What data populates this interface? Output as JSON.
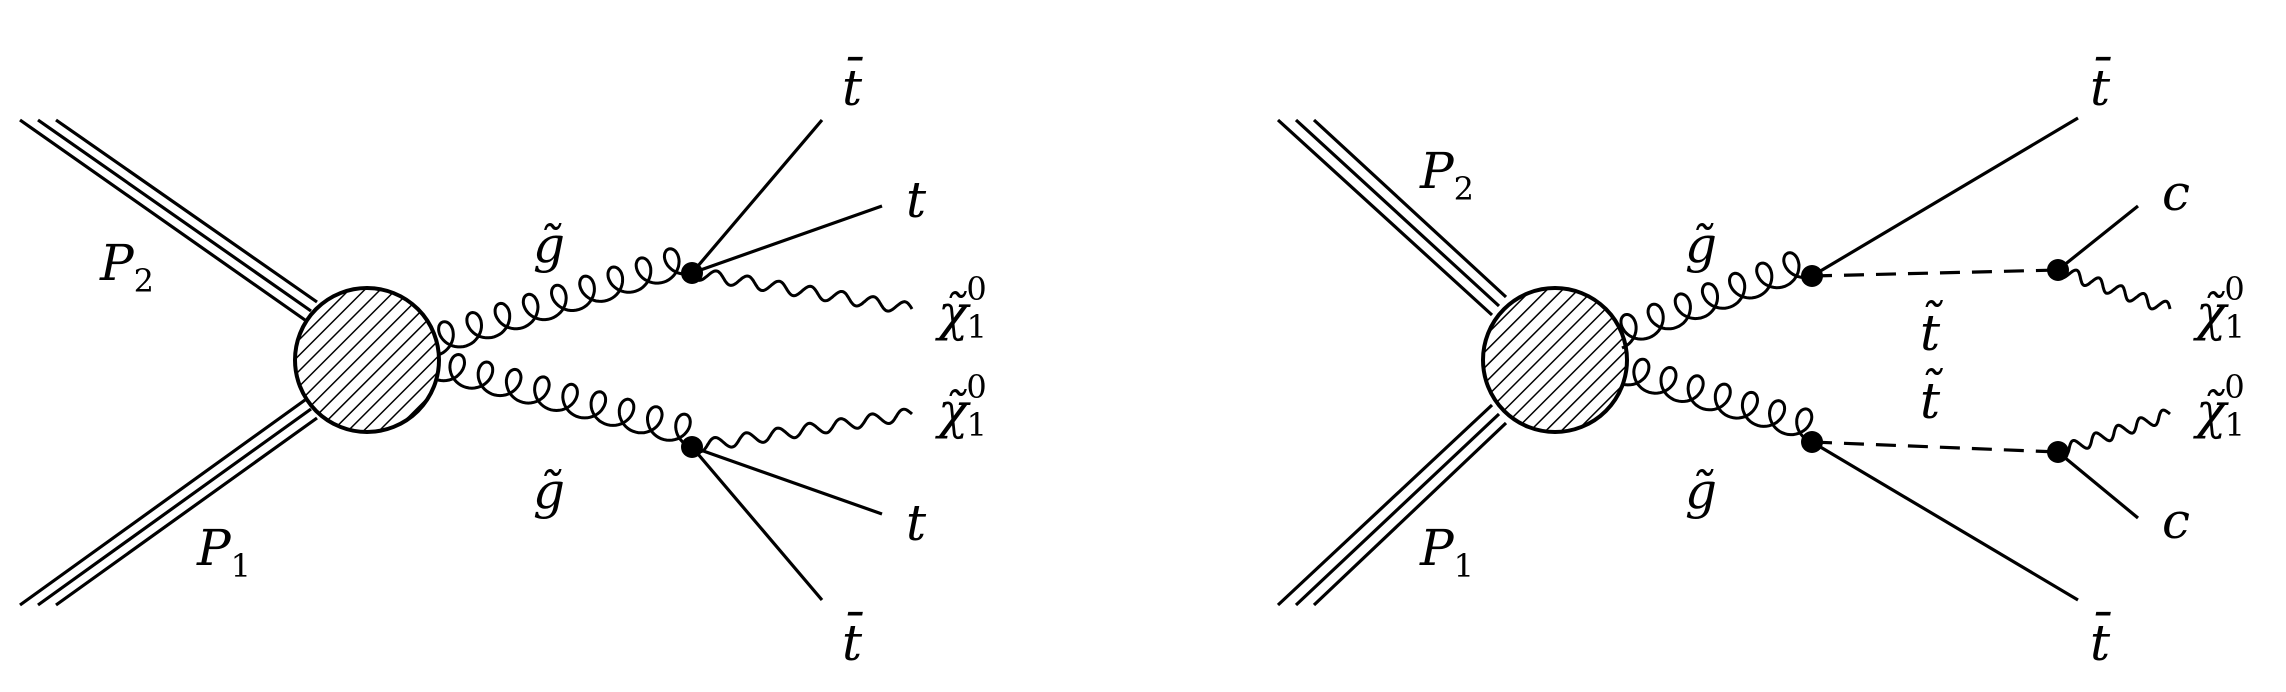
{
  "diagrams": [
    {
      "beams": {
        "upper": "P",
        "upper_index": "2",
        "lower": "P",
        "lower_index": "1"
      },
      "gluino_top": "g̃",
      "gluino_bottom": "g̃",
      "outgoing": {
        "tbar_top": "t̄",
        "t_top": "t",
        "neutralino_top": "χ̃",
        "neutralino_top_sub": "1",
        "neutralino_top_sup": "0",
        "neutralino_bottom": "χ̃",
        "neutralino_bottom_sub": "1",
        "neutralino_bottom_sup": "0",
        "t_bottom": "t",
        "tbar_bottom": "t̄"
      }
    },
    {
      "beams": {
        "upper": "P",
        "upper_index": "2",
        "lower": "P",
        "lower_index": "1"
      },
      "gluino_top": "g̃",
      "gluino_bottom": "g̃",
      "stop_top": "t̃",
      "stop_bottom": "t̃",
      "outgoing": {
        "tbar_top": "t̄",
        "c_top": "c",
        "neutralino_top": "χ̃",
        "neutralino_top_sub": "1",
        "neutralino_top_sup": "0",
        "neutralino_bottom": "χ̃",
        "neutralino_bottom_sub": "1",
        "neutralino_bottom_sup": "0",
        "c_bottom": "c",
        "tbar_bottom": "t̄"
      }
    }
  ],
  "colors": {
    "ink": "#000000",
    "background": "#ffffff"
  }
}
